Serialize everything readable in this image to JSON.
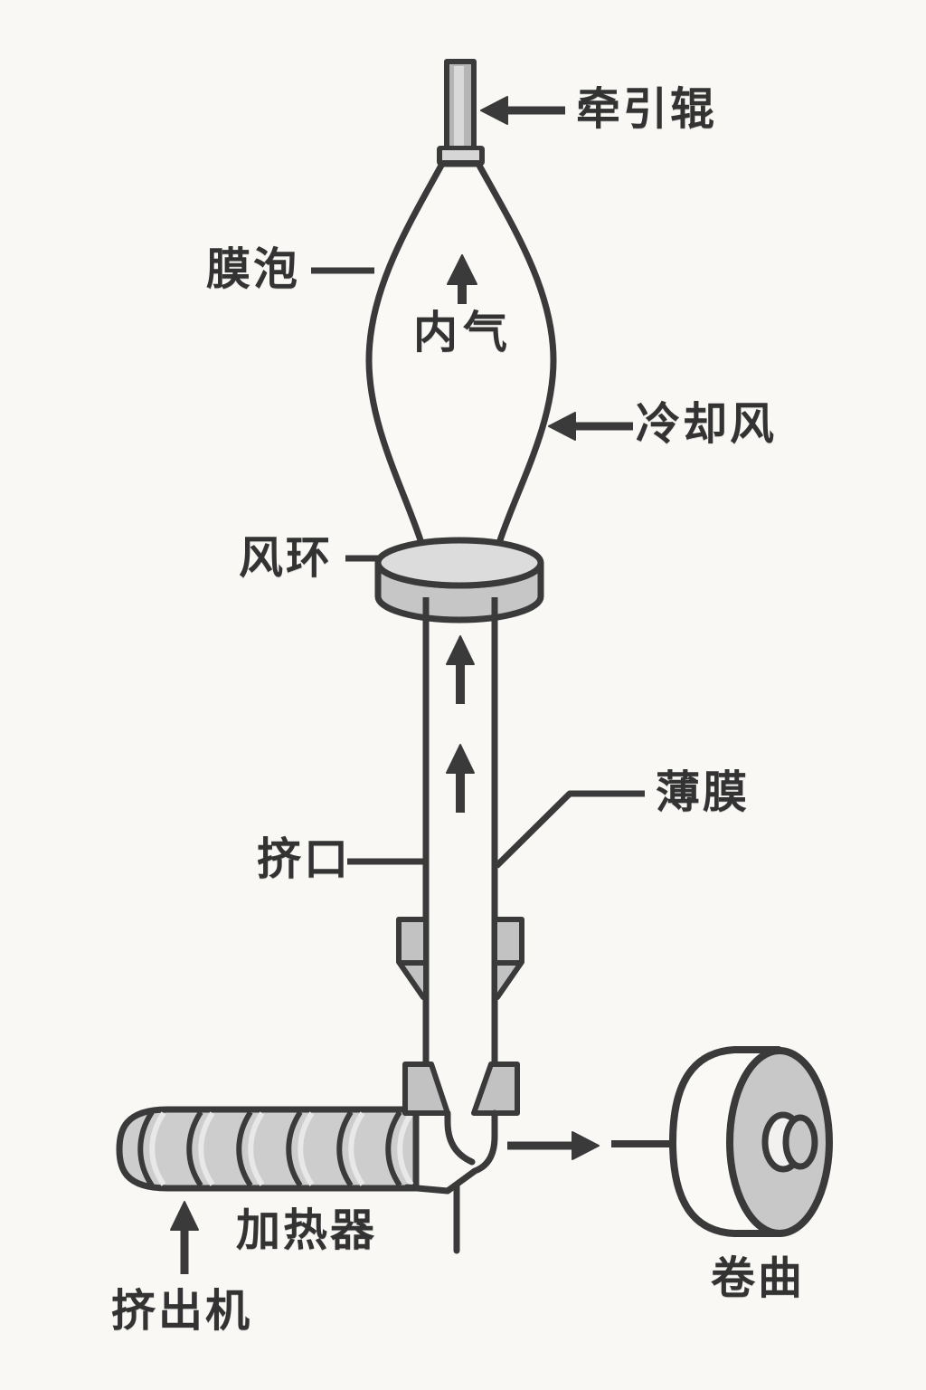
{
  "diagram": {
    "type": "blown-film-extrusion-process",
    "labels": {
      "traction_roller": "牵引辊",
      "film_bubble": "膜泡",
      "internal_air": "内气",
      "cooling_air": "冷却风",
      "air_ring": "风环",
      "film": "薄膜",
      "die_mouth": "挤口",
      "heater": "加热器",
      "extruder": "挤出机",
      "winding": "卷曲"
    },
    "icons": {
      "traction_pointer": "left-arrow",
      "cooling_pointer": "left-arrow",
      "internal_air_flow": "up-arrow",
      "tube_flow_upper": "up-arrow",
      "tube_flow_lower": "up-arrow",
      "extruder_pointer": "up-arrow",
      "to_winder_flow": "right-arrow"
    },
    "colors": {
      "background": "#faf8f5",
      "line": "#3a3a3a",
      "machine_gray": "#cdcdcd",
      "block_gray": "#c2c2c2",
      "ring_top": "#dcdcdc",
      "roll_face": "#c8c8c8"
    }
  }
}
